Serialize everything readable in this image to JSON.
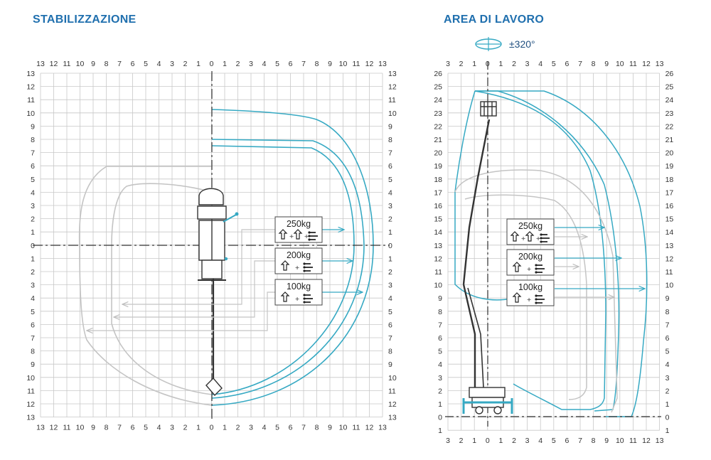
{
  "titles": {
    "stabilization": "STABILIZZAZIONE",
    "work_area": "AREA DI LAVORO"
  },
  "rotation_label": "±320°",
  "colors": {
    "title": "#1f6fae",
    "teal_envelope": "#36a9c3",
    "gray_envelope": "#c4c4c4",
    "grid": "#c8c8c8",
    "machine": "#333333"
  },
  "left_chart": {
    "x_ticks": [
      "13",
      "12",
      "11",
      "10",
      "9",
      "8",
      "7",
      "6",
      "5",
      "4",
      "3",
      "2",
      "1",
      "0",
      "1",
      "2",
      "3",
      "4",
      "5",
      "6",
      "7",
      "8",
      "9",
      "10",
      "11",
      "12",
      "13"
    ],
    "y_ticks": [
      "13",
      "12",
      "11",
      "10",
      "9",
      "8",
      "7",
      "6",
      "5",
      "4",
      "3",
      "2",
      "1",
      "0",
      "1",
      "2",
      "3",
      "4",
      "5",
      "6",
      "7",
      "8",
      "9",
      "10",
      "11",
      "12",
      "13"
    ],
    "loads": [
      {
        "label": "250kg",
        "symbols": "person + person + tool"
      },
      {
        "label": "200kg",
        "symbols": "person + tool"
      },
      {
        "label": "100kg",
        "symbols": "person + tool"
      }
    ]
  },
  "right_chart": {
    "x_ticks": [
      "3",
      "2",
      "1",
      "0",
      "1",
      "2",
      "3",
      "4",
      "5",
      "6",
      "7",
      "8",
      "9",
      "10",
      "11",
      "12",
      "13"
    ],
    "y_ticks": [
      "26",
      "25",
      "24",
      "23",
      "22",
      "21",
      "20",
      "19",
      "18",
      "17",
      "16",
      "15",
      "14",
      "13",
      "12",
      "11",
      "10",
      "9",
      "8",
      "7",
      "6",
      "5",
      "4",
      "3",
      "2",
      "1",
      "0",
      "1"
    ],
    "loads": [
      {
        "label": "250kg",
        "symbols": "person + person + tool"
      },
      {
        "label": "200kg",
        "symbols": "person + tool"
      },
      {
        "label": "100kg",
        "symbols": "person + tool"
      }
    ]
  }
}
